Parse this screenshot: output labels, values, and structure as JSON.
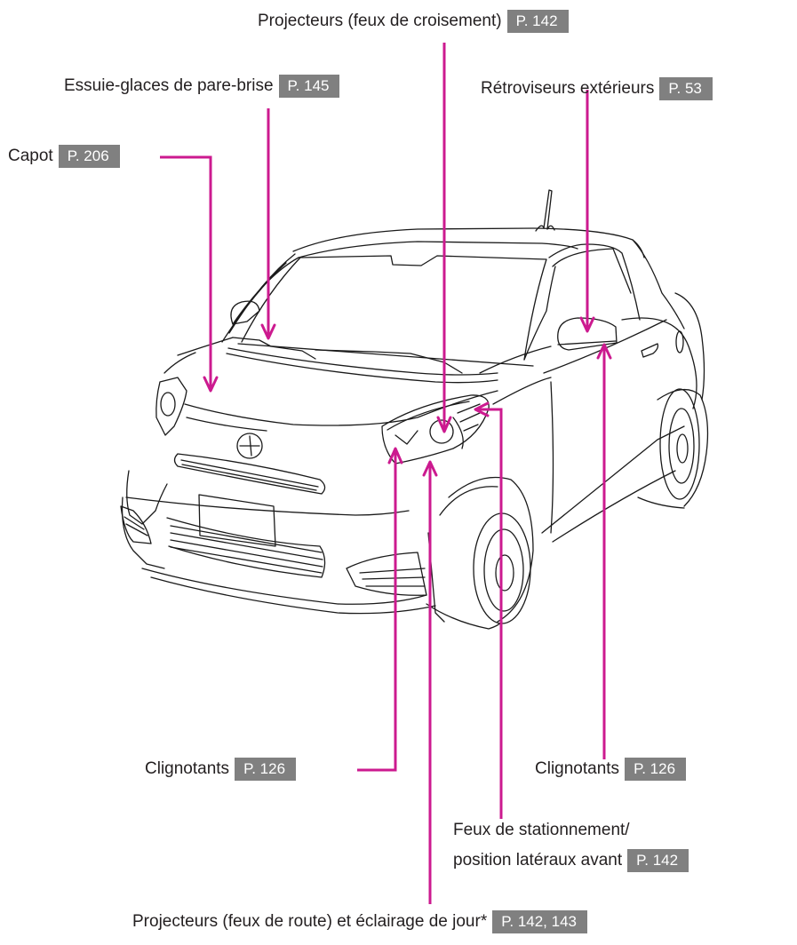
{
  "diagram": {
    "subject": "Vue avant du véhicule (Scion iQ)",
    "accent_color": "#cc1a8f",
    "badge_color": "#808080",
    "callouts": [
      {
        "id": "projecteurs-croisement",
        "label": "Projecteurs (feux de croisement)",
        "page": "P. 142"
      },
      {
        "id": "essuie-glaces",
        "label": "Essuie-glaces de pare-brise",
        "page": "P. 145"
      },
      {
        "id": "retroviseurs",
        "label": "Rétroviseurs extérieurs",
        "page": "P. 53"
      },
      {
        "id": "capot",
        "label": "Capot",
        "page": "P. 206"
      },
      {
        "id": "clignotants-gauche",
        "label": "Clignotants",
        "page": "P. 126"
      },
      {
        "id": "clignotants-droite",
        "label": "Clignotants",
        "page": "P. 126"
      },
      {
        "id": "feux-stationnement",
        "label_line1": "Feux de stationnement/",
        "label_line2": "position latéraux avant",
        "page": "P. 142"
      },
      {
        "id": "projecteurs-route",
        "label": "Projecteurs (feux de route) et éclairage de jour*",
        "page": "P. 142, 143"
      }
    ]
  }
}
